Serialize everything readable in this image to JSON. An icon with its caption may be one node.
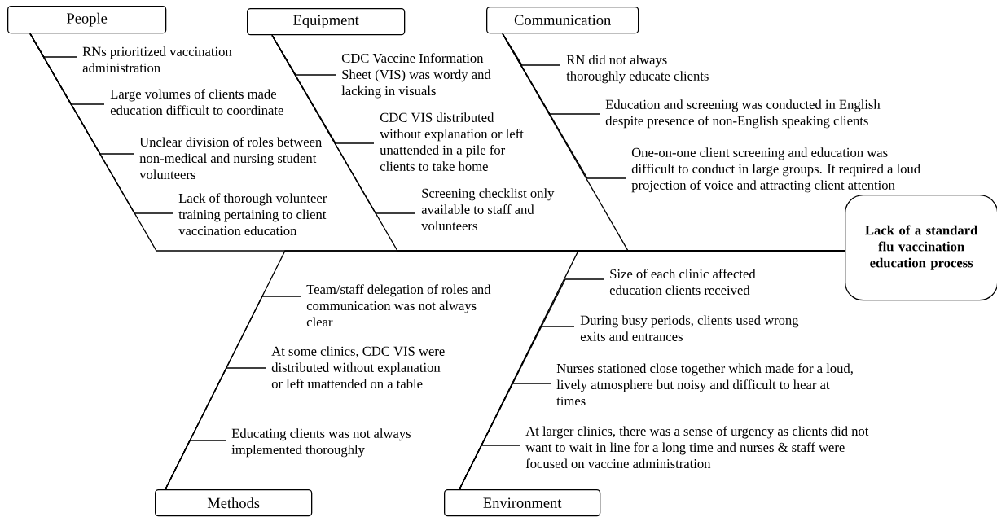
{
  "diagram": {
    "nodes": [
      {
        "text": [
          "People"
        ]
      },
      {
        "text": [
          "RNs prioritized vaccination administration"
        ]
      },
      {
        "text": [
          "Large volumes of clients made education difficult to coordinate"
        ]
      },
      {
        "text": [
          "Unclear division of roles between non-medical and nursing student volunteers"
        ]
      },
      {
        "text": [
          "Lack of thorough volunteer training pertaining to client vaccination education"
        ]
      },
      {
        "text": [
          "Equipment"
        ]
      },
      {
        "text": [
          "CDC Vaccine Information Sheet (VIS) was wordy and lacking in visuals"
        ]
      },
      {
        "text": [
          "CDC VIS distributed without explanation or left unattended in a pile for clients to take home"
        ]
      },
      {
        "text": [
          "Screening checklist only available to staff and volunteers"
        ]
      },
      {
        "text": [
          "Communication"
        ]
      },
      {
        "text": [
          "RN did not always thoroughly educate clients"
        ]
      },
      {
        "text": [
          "Education and screening was conducted in English despite presence of non-English speaking clients"
        ]
      },
      {
        "text": [
          "One-on-one client screening and education was difficult to conduct in large groups. It required a loud projection of voice and attracting client attention"
        ]
      },
      {
        "text": [
          "Lack of a standard flu vaccination education process"
        ]
      },
      {
        "text": [
          "Methods"
        ]
      },
      {
        "text": [
          "Team/staff delegation of roles and communication was not always clear"
        ]
      },
      {
        "text": [
          "At some clinics, CDC VIS were distributed without explanation or left unattended on a table"
        ]
      },
      {
        "text": [
          "Educating clients was not always implemented thoroughly"
        ]
      },
      {
        "text": [
          "Environment"
        ]
      },
      {
        "text": [
          "Size of each clinic affected education clients received"
        ]
      },
      {
        "text": [
          "During busy periods, clients used wrong exits and entrances"
        ]
      },
      {
        "text": [
          "Nurses stationed close together which made for a loud, lively atmosphere but noisy and difficult to hear at times"
        ]
      },
      {
        "text": [
          "At larger clinics, there was a sense of urgency as clients did not want to wait in line for a long time and nurses & staff were focused on vaccine administration"
        ]
      }
    ],
    "edges": [
      {
        "from": 0,
        "to": 13,
        "arrow": "none"
      },
      {
        "from": 5,
        "to": 13,
        "arrow": "none"
      },
      {
        "from": 9,
        "to": 13,
        "arrow": "none"
      },
      {
        "from": 14,
        "to": 13,
        "arrow": "none"
      },
      {
        "from": 18,
        "to": 13,
        "arrow": "none"
      },
      {
        "from": 1,
        "to": 0,
        "arrow": "none"
      },
      {
        "from": 2,
        "to": 0,
        "arrow": "none"
      },
      {
        "from": 3,
        "to": 0,
        "arrow": "none"
      },
      {
        "from": 4,
        "to": 0,
        "arrow": "none"
      },
      {
        "from": 6,
        "to": 5,
        "arrow": "none"
      },
      {
        "from": 7,
        "to": 5,
        "arrow": "none"
      },
      {
        "from": 8,
        "to": 5,
        "arrow": "none"
      },
      {
        "from": 10,
        "to": 9,
        "arrow": "none"
      },
      {
        "from": 11,
        "to": 9,
        "arrow": "none"
      },
      {
        "from": 12,
        "to": 9,
        "arrow": "none"
      },
      {
        "from": 15,
        "to": 14,
        "arrow": "none"
      },
      {
        "from": 16,
        "to": 14,
        "arrow": "none"
      },
      {
        "from": 17,
        "to": 14,
        "arrow": "none"
      },
      {
        "from": 19,
        "to": 18,
        "arrow": "none"
      },
      {
        "from": 20,
        "to": 18,
        "arrow": "none"
      },
      {
        "from": 21,
        "to": 18,
        "arrow": "none"
      },
      {
        "from": 22,
        "to": 18,
        "arrow": "none"
      }
    ]
  }
}
